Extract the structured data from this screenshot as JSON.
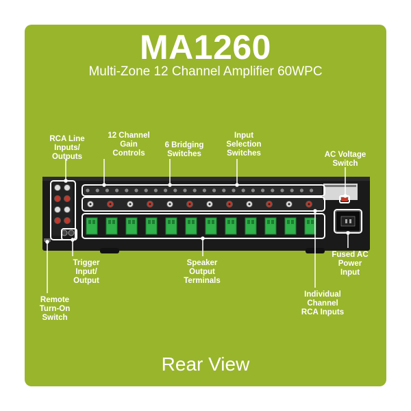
{
  "title": "MA1260",
  "subtitle": "Multi-Zone 12 Channel Amplifier 60WPC",
  "footer": "Rear View",
  "labels": {
    "rca_line": [
      "RCA Line",
      "Inputs/",
      "Outputs"
    ],
    "gain": [
      "12 Channel",
      "Gain",
      "Controls"
    ],
    "bridging": [
      "6 Bridging",
      "Switches"
    ],
    "input_selection": [
      "Input",
      "Selection",
      "Switches"
    ],
    "ac_voltage": [
      "AC Voltage",
      "Switch"
    ],
    "trigger": [
      "Trigger",
      "Input/",
      "Output"
    ],
    "speaker": [
      "Speaker",
      "Output",
      "Terminals"
    ],
    "fused_ac": [
      "Fused AC",
      "Power",
      "Input"
    ],
    "individual_rca": [
      "Individual",
      "Channel",
      "RCA Inputs"
    ],
    "remote": [
      "Remote",
      "Turn-On",
      "Switch"
    ]
  },
  "colors": {
    "background": "#99b52c",
    "text": "#ffffff",
    "chassis": "#1c1c1c",
    "terminal": "#2fb34a",
    "rca_red": "#c0392b"
  }
}
